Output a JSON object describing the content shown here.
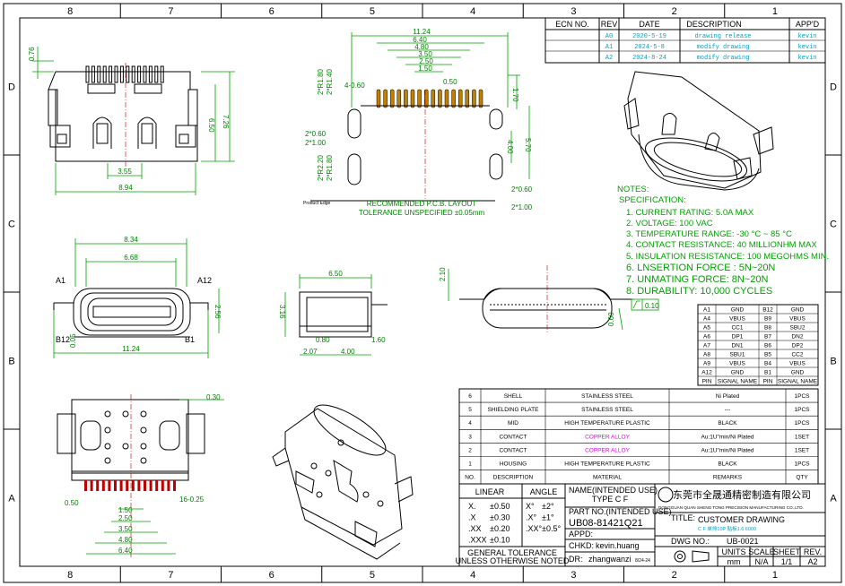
{
  "grid": {
    "columns": [
      "8",
      "7",
      "6",
      "5",
      "4",
      "3",
      "2",
      "1"
    ],
    "rows": [
      "D",
      "C",
      "B",
      "A"
    ]
  },
  "revision_table": {
    "headers": [
      "ECN NO.",
      "REV",
      "DATE",
      "DESCRIPTION",
      "APP'D"
    ],
    "rows": [
      {
        "ecn": "",
        "rev": "A0",
        "date": "2020-5-19",
        "desc": "drawing release",
        "app": "kevin"
      },
      {
        "ecn": "",
        "rev": "A1",
        "date": "2024-5-8",
        "desc": "modify drawing",
        "app": "kevin"
      },
      {
        "ecn": "",
        "rev": "A2",
        "date": "2024-8-24",
        "desc": "modify drawing",
        "app": "kevin"
      }
    ]
  },
  "notes": {
    "heading": "NOTES:",
    "subheading": "SPECIFICATION:",
    "items": [
      "1. CURRENT RATING: 5.0A MAX",
      "2. VOLTAGE: 100 VAC",
      "3. TEMPERATURE RANGE: -30 °C ~ 85 °C",
      "4. CONTACT RESISTANCE: 40 MILLIONHM MAX",
      "5. INSULATION RESISTANCE: 100 MEGOHMS MIN.",
      "6. LNSERTION FORCE : 5N~20N",
      "7. UNMATING FORCE: 8N~20N",
      "8. DURABILITY: 10,000 CYCLES"
    ]
  },
  "pin_table": {
    "headers": [
      "PIN",
      "SIGNAL NAME",
      "PIN",
      "SIGNAL NAME"
    ],
    "rows": [
      [
        "A1",
        "GND",
        "B12",
        "GND"
      ],
      [
        "A4",
        "VBUS",
        "B9",
        "VBUS"
      ],
      [
        "A5",
        "CC1",
        "B8",
        "SBU2"
      ],
      [
        "A6",
        "DP1",
        "B7",
        "DN2"
      ],
      [
        "A7",
        "DN1",
        "B6",
        "DP2"
      ],
      [
        "A8",
        "SBU1",
        "B5",
        "CC2"
      ],
      [
        "A9",
        "VBUS",
        "B4",
        "VBUS"
      ],
      [
        "A12",
        "GND",
        "B1",
        "GND"
      ]
    ]
  },
  "bom": {
    "headers": [
      "NO.",
      "DESCRIPTION",
      "MATERIAL",
      "REMARKS",
      "QTY"
    ],
    "rows": [
      {
        "no": "6",
        "desc": "SHELL",
        "material": "STAINLESS STEEL",
        "remarks": "Ni Plated",
        "qty": "1PCS",
        "magenta": false
      },
      {
        "no": "5",
        "desc": "SHIELDING PLATE",
        "material": "STAINLESS STEEL",
        "remarks": "---",
        "qty": "1PCS",
        "magenta": false
      },
      {
        "no": "4",
        "desc": "MID",
        "material": "HIGH TEMPERATURE PLASTIC",
        "remarks": "BLACK",
        "qty": "1PCS",
        "magenta": false
      },
      {
        "no": "3",
        "desc": "CONTACT",
        "material": "COPPER ALLOY",
        "remarks": "Au:1U\"min/Ni Plated",
        "qty": "1SET",
        "magenta": true
      },
      {
        "no": "2",
        "desc": "CONTACT",
        "material": "COPPER ALLOY",
        "remarks": "Au:1U\"min/Ni Plated",
        "qty": "1SET",
        "magenta": true
      },
      {
        "no": "1",
        "desc": "HOUSING",
        "material": "HIGH TEMPERATURE PLASTIC",
        "remarks": "BLACK",
        "qty": "1PCS",
        "magenta": false
      }
    ]
  },
  "tolerance": {
    "linear_label": "LINEAR",
    "angle_label": "ANGLE",
    "rows": [
      {
        "place": "X.",
        "lin": "±0.50",
        "ang_place": "X°",
        "ang": "±2°"
      },
      {
        "place": ".X",
        "lin": "±0.30",
        "ang_place": ".X°",
        "ang": "±1°"
      },
      {
        "place": ".XX",
        "lin": "±0.20",
        "ang_place": ".XX°",
        "ang": "±0.5°"
      },
      {
        "place": ".XXX",
        "lin": "±0.10",
        "ang_place": "",
        "ang": ""
      }
    ],
    "general_1": "GENERAL TOLERANCE",
    "general_2": "UNLESS OTHERWISE NOTED"
  },
  "title_block": {
    "name_label": "NAME(INTENDED USE)",
    "name_value": "TYPE C F",
    "part_label": "PART NO.(INTENDED USE)",
    "part_value": "UB08-81421Q21",
    "appd_label": "APPD:",
    "chkd_label": "CHKD:",
    "chkd_value": "kevin.huang",
    "dr_label": "DR:",
    "dr_value": "zhangwanzi",
    "dr_date": "8/24-24",
    "company_cn": "东莞市全晟通精密制造有限公司",
    "company_en": "DONGGUAN QUAN SHENG TONG PRECISION MANUFACTURING CO.,LTD.",
    "title_label": "TITLE:",
    "title_value": "CUSTOMER DRAWING",
    "title_sub": "C F 单排10P 贴板1.6 6000",
    "dwg_label": "DWG NO.:",
    "dwg_value": "UB-0021",
    "units_label": "UNITS",
    "units_value": "mm",
    "scale_label": "SCALE",
    "scale_value": "N/A",
    "sheet_label": "SHEET",
    "sheet_value": "1/1",
    "rev_label": "REV.",
    "rev_value": "A2"
  },
  "dimensions": {
    "top_view": {
      "w_3_55": "3.55",
      "w_8_94": "8.94",
      "h_6_50": "6.50",
      "h_7_26": "7.26",
      "d_0_76": "0.76"
    },
    "pcb_layout": {
      "d_11_24": "11.24",
      "d_6_40": "6.40",
      "d_4_80": "4.80",
      "d_3_50": "3.50",
      "d_2_50": "2.50",
      "d_1_50": "1.50",
      "d_0_50": "0.50",
      "d_4_060": "4-0.60",
      "d_1_70": "1.70",
      "d_2r180": "2*R1.80",
      "d_2r140": "2*R1.40",
      "d_2x060": "2*0.60",
      "d_2x100": "2*1.00",
      "d_2r220": "2*R2.20",
      "d_2r180b": "2*R1.80",
      "d_4_00": "4.00",
      "d_5_70": "5.70",
      "d_2x060b": "2*0.60",
      "d_2x100b": "2*1.00",
      "product_edge": "Product Edge",
      "caption_1": "RECOMMENDED  P.C.B. LAYOUT",
      "caption_2": "TOLERANCE UNSPECIFIED ±0.05mm"
    },
    "front_view": {
      "d_8_34": "8.34",
      "d_6_68": "6.68",
      "d_2_56": "2.56",
      "d_11_24": "11.24",
      "d_0_05": "0.05",
      "a1": "A1",
      "a12": "A12",
      "b12": "B12",
      "b1": "B1"
    },
    "side_view": {
      "d_6_50": "6.50",
      "d_3_16": "3.16",
      "d_2_07": "2.07",
      "d_4_00": "4.00",
      "d_0_80": "0.80",
      "d_1_60": "1.60"
    },
    "end_view": {
      "d_2_10": "2.10",
      "d_0_60": "0.60",
      "flat": "0.10"
    },
    "bottom_view": {
      "d_0_30": "0.30",
      "d_0_50": "0.50",
      "d_16_025": "16-0.25",
      "d_1_50": "1.50",
      "d_2_50": "2.50",
      "d_3_50": "3.50",
      "d_4_80": "4.80",
      "d_6_40": "6.40"
    }
  },
  "colors": {
    "ink": "#000000",
    "dimension": "#00a000",
    "revision": "#00a0c8",
    "material_note": "#e000e0",
    "contact": "#c08000"
  }
}
